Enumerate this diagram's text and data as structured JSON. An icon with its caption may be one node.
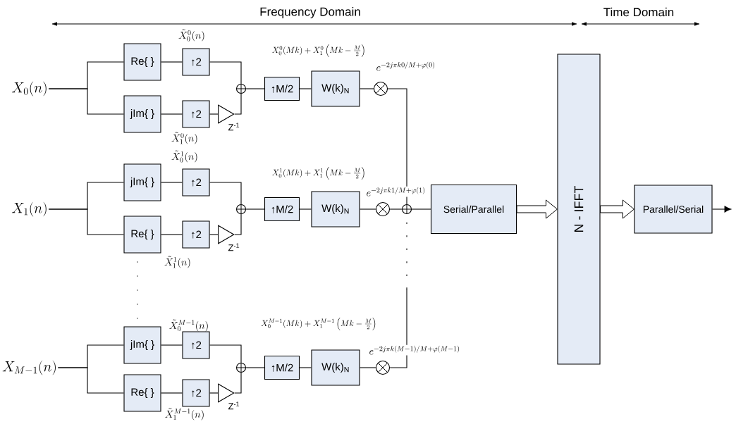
{
  "diagram": {
    "nodes": [
      {
        "text": [
          "X_{0}(n)"
        ]
      },
      {
        "text": [
          "Re{ }"
        ]
      },
      {
        "text": [
          "↑2"
        ]
      },
      {
        "text": [
          "jIm{ }"
        ]
      },
      {
        "text": [
          "↑2"
        ]
      },
      {
        "text": [],
        "shape": "triangle",
        "beside": [
          "Z$^{-1}$"
        ]
      },
      {
        "text": [],
        "shape": "circle"
      },
      {
        "text": [
          "↑M/2"
        ]
      },
      {
        "text": [
          "W(k)$_{N}$"
        ]
      },
      {
        "text": [],
        "shape": "circle"
      },
      {
        "text": [
          "X_{1}(n)"
        ]
      },
      {
        "text": [
          "jIm{ }"
        ]
      },
      {
        "text": [
          "↑2"
        ]
      },
      {
        "text": [
          "Re{ }"
        ]
      },
      {
        "text": [
          "↑2"
        ]
      },
      {
        "text": [],
        "shape": "triangle",
        "beside": [
          "Z$^{-1}$"
        ]
      },
      {
        "text": [],
        "shape": "circle"
      },
      {
        "text": [
          "↑M/2"
        ]
      },
      {
        "text": [
          "W(k)$_{N}$"
        ]
      },
      {
        "text": [],
        "shape": "circle"
      },
      {
        "text": [
          "X_{M-1}(n)"
        ]
      },
      {
        "text": [
          "jIm{ }"
        ]
      },
      {
        "text": [
          "↑2"
        ]
      },
      {
        "text": [
          "Re{ }"
        ]
      },
      {
        "text": [
          "↑2"
        ]
      },
      {
        "text": [],
        "shape": "triangle",
        "beside": [
          "Z$^{-1}$"
        ]
      },
      {
        "text": [],
        "shape": "circle"
      },
      {
        "text": [
          "↑M/2"
        ]
      },
      {
        "text": [
          "W(k)$_{N}$"
        ]
      },
      {
        "text": [],
        "shape": "circle"
      },
      {
        "text": [],
        "shape": "circle"
      },
      {
        "text": [
          "Serial/Parallel"
        ]
      },
      {
        "text": [
          "N - IFFT"
        ]
      },
      {
        "text": [
          "Parallel/Serial"
        ]
      }
    ],
    "edges": [
      {
        "from": 0,
        "to": 1,
        "arrow": "none"
      },
      {
        "from": 0,
        "to": 3,
        "arrow": "none"
      },
      {
        "from": 1,
        "to": 2,
        "arrow": "none"
      },
      {
        "from": 3,
        "to": 4,
        "arrow": "none"
      },
      {
        "from": 2,
        "to": 6,
        "arrow": "none"
      },
      {
        "from": 4,
        "to": 5,
        "arrow": "none"
      },
      {
        "from": 5,
        "to": 6,
        "arrow": "none"
      },
      {
        "from": 6,
        "to": 7,
        "arrow": "none"
      },
      {
        "from": 7,
        "to": 8,
        "arrow": "none"
      },
      {
        "from": 8,
        "to": 9,
        "arrow": "none"
      },
      {
        "from": 10,
        "to": 11,
        "arrow": "none"
      },
      {
        "from": 10,
        "to": 13,
        "arrow": "none"
      },
      {
        "from": 11,
        "to": 12,
        "arrow": "none"
      },
      {
        "from": 13,
        "to": 14,
        "arrow": "none"
      },
      {
        "from": 12,
        "to": 16,
        "arrow": "none"
      },
      {
        "from": 14,
        "to": 15,
        "arrow": "none"
      },
      {
        "from": 15,
        "to": 16,
        "arrow": "none"
      },
      {
        "from": 16,
        "to": 17,
        "arrow": "none"
      },
      {
        "from": 17,
        "to": 18,
        "arrow": "none"
      },
      {
        "from": 18,
        "to": 19,
        "arrow": "none"
      },
      {
        "from": 20,
        "to": 21,
        "arrow": "none"
      },
      {
        "from": 20,
        "to": 23,
        "arrow": "none"
      },
      {
        "from": 21,
        "to": 22,
        "arrow": "none"
      },
      {
        "from": 23,
        "to": 24,
        "arrow": "none"
      },
      {
        "from": 22,
        "to": 26,
        "arrow": "none"
      },
      {
        "from": 24,
        "to": 25,
        "arrow": "none"
      },
      {
        "from": 25,
        "to": 26,
        "arrow": "none"
      },
      {
        "from": 26,
        "to": 27,
        "arrow": "none"
      },
      {
        "from": 27,
        "to": 28,
        "arrow": "none"
      },
      {
        "from": 28,
        "to": 29,
        "arrow": "none"
      },
      {
        "from": 9,
        "to": 30,
        "arrow": "none"
      },
      {
        "from": 19,
        "to": 30,
        "arrow": "none"
      },
      {
        "from": 29,
        "to": 30,
        "arrow": "none"
      },
      {
        "from": 30,
        "to": 31,
        "arrow": "none"
      },
      {
        "from": 31,
        "to": 32,
        "arrow": "to",
        "style": "thick"
      },
      {
        "from": 32,
        "to": 33,
        "arrow": "to",
        "style": "thick"
      },
      {
        "from": 33,
        "to": null,
        "arrow": "to"
      }
    ],
    "labels": [
      "Frequency Domain",
      "Time Domain",
      "\\tilde{X}_0^0(n)",
      "X_0^0(Mk)+X_1^0\\left(Mk-\\frac{M}{2}\\right)",
      "e^{-2j\\pi k0/M+\\varphi(0)}",
      "\\tilde{X}_1^0(n)",
      "\\tilde{X}_0^1(n)",
      "X_0^1(Mk)+X_1^1\\left(Mk-\\frac{M}{2}\\right)",
      "e^{-2j\\pi k1/M+\\varphi(1)}",
      "\\tilde{X}_1^1(n)",
      "\\tilde{X}_0^{M-1}(n)",
      "X_0^{M-1}(Mk)+X_1^{M-1}\\left(Mk-\\frac{M}{2}\\right)",
      "e^{-2j\\pi k(M-1)/M+\\varphi(M-1)}",
      "\\tilde{X}_1^{M-1}(n)"
    ]
  }
}
